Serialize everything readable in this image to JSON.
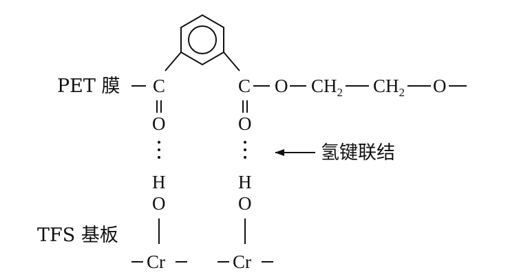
{
  "labels": {
    "pet_film": "PET 膜",
    "tfs_substrate": "TFS 基板",
    "hydrogen_bond": "氢键联结"
  },
  "atoms": {
    "carbon": "C",
    "oxygen": "O",
    "hydrogen": "H",
    "chromium": "Cr",
    "ch": "CH",
    "subscript_two": "2"
  },
  "icons": {
    "benzene": "benzene-ring-icon",
    "arrow": "arrow-left-icon"
  }
}
